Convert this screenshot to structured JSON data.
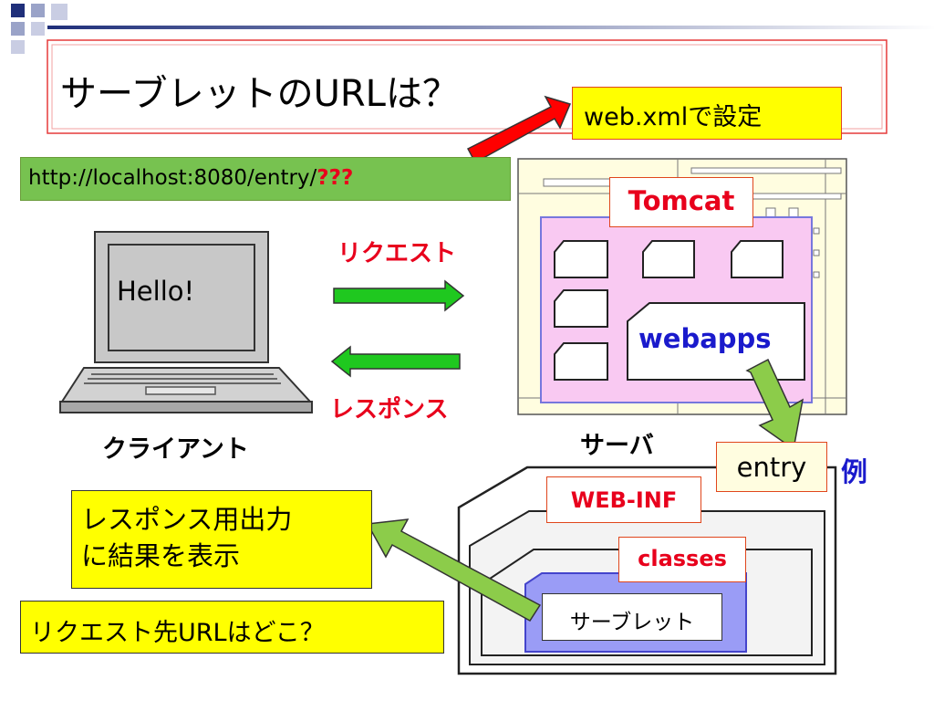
{
  "title": "サーブレットのURLは？",
  "callout_webxml": "web.xmlで設定",
  "url": {
    "prefix": "http://localhost:8080/entry/",
    "suffix": "???"
  },
  "client": {
    "screen_text": "Hello!",
    "label": "クライアント"
  },
  "request_label": "リクエスト",
  "response_label": "レスポンス",
  "server": {
    "tomcat": "Tomcat",
    "webapps": "webapps",
    "label": "サーバ"
  },
  "entry_label": "entry",
  "example_label": "例",
  "webinf_label": "WEB-INF",
  "classes_label": "classes",
  "servlet_label": "サーブレット",
  "response_note": {
    "line1": "レスポンス用出力",
    "line2": "に結果を表示"
  },
  "question": "リクエスト先URLはどこ？",
  "colors": {
    "navy": "#1f2f7a",
    "red_text": "#e8001c",
    "blue_text": "#1a1acc",
    "yellow": "#ffff00",
    "green_box": "#77c250",
    "pink": "#f9c9f2",
    "lavender": "#9a9cf6",
    "panel": "#f3f3f3",
    "arrow_green": "#1fc81f",
    "arrow_lime": "#8ccc4a",
    "arrow_red": "#ff0000"
  }
}
